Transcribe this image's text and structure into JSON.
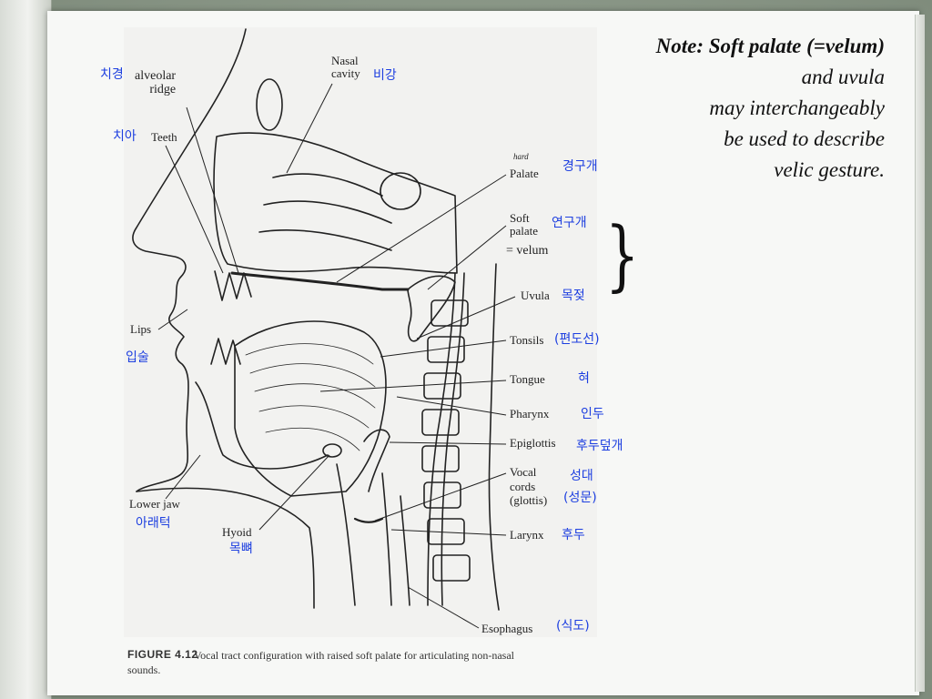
{
  "note": {
    "line1": "Note: Soft palate (=velum)",
    "line2": "and uvula",
    "line3": "may interchangeably",
    "line4": "be used to describe",
    "line5": "velic gesture."
  },
  "labels": {
    "nasal_cavity": "Nasal\ncavity",
    "alveolar_ridge": "alveolar\nridge",
    "teeth": "Teeth",
    "hard_palate": "hard",
    "palate": "Palate",
    "soft_palate": "Soft\npalate",
    "velum": "= velum",
    "uvula": "Uvula",
    "tonsils": "Tonsils",
    "tongue": "Tongue",
    "pharynx": "Pharynx",
    "epiglottis": "Epiglottis",
    "vocal_cords": "Vocal\ncords\n(glottis)",
    "larynx": "Larynx",
    "esophagus": "Esophagus",
    "lips": "Lips",
    "lower_jaw": "Lower jaw",
    "hyoid": "Hyoid"
  },
  "korean": {
    "alveolar": "치경",
    "nasal": "비강",
    "teeth": "치아",
    "hard_palate": "경구개",
    "soft_palate": "연구개",
    "uvula": "목젖",
    "tonsils": "(편도선)",
    "tongue": "혀",
    "pharynx": "인두",
    "epiglottis": "후두덮개",
    "vocal_cords": "성대",
    "glottis": "(성문)",
    "larynx": "후두",
    "esophagus": "(식도)",
    "lips": "입술",
    "lower_jaw": "아래턱",
    "hyoid": "목뼈"
  },
  "brace": "}",
  "caption": {
    "figure_number": "FIGURE 4.12",
    "text": "Vocal tract configuration with raised soft palate for articulating non-nasal",
    "wrap": "sounds."
  }
}
